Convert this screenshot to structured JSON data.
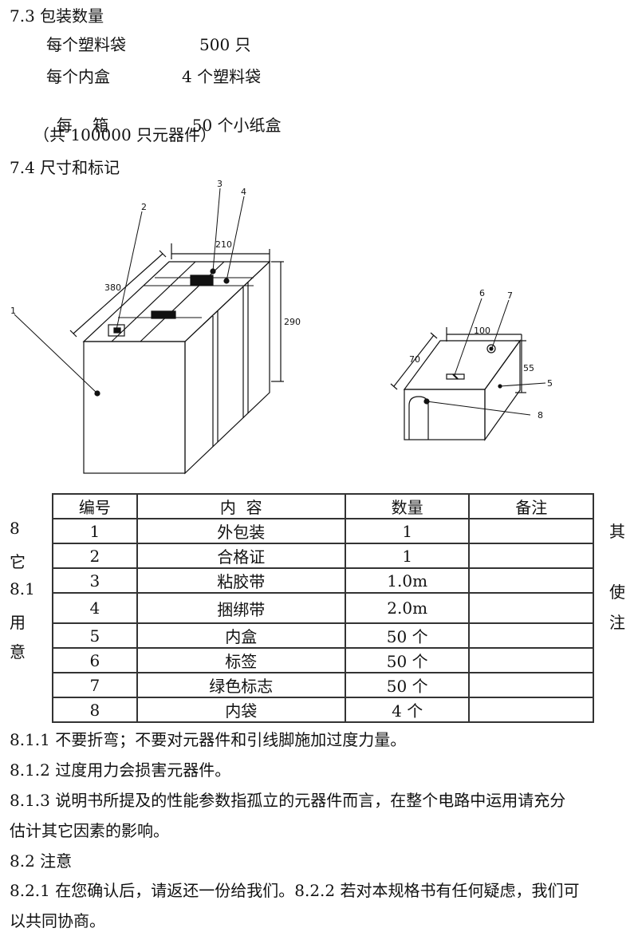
{
  "section_7_3": {
    "heading": "7.3  包装数量",
    "rows": [
      {
        "label": "每个塑料袋",
        "value": "500  只"
      },
      {
        "label": "每个内盒",
        "value": "4 个塑料袋"
      },
      {
        "label": "每    箱",
        "value": "50 个小纸盒"
      }
    ],
    "total": "（共 100000 只元器件）"
  },
  "section_7_4": {
    "heading": "7.4  尺寸和标记"
  },
  "diagram": {
    "big_box": {
      "dim_length": "380",
      "dim_width": "210",
      "dim_height": "290"
    },
    "small_box": {
      "dim_length": "70",
      "dim_width": "100",
      "dim_height": "55"
    },
    "callouts": [
      "1",
      "2",
      "3",
      "4",
      "5",
      "6",
      "7",
      "8"
    ]
  },
  "parts_table": {
    "headers": [
      "编号",
      "内  容",
      "数量",
      "备注"
    ],
    "rows": [
      {
        "no": "1",
        "content": "外包装",
        "qty": "1",
        "note": ""
      },
      {
        "no": "2",
        "content": "合格证",
        "qty": "1",
        "note": ""
      },
      {
        "no": "3",
        "content": "粘胶带",
        "qty": "1.0m",
        "note": ""
      },
      {
        "no": "4",
        "content": "捆绑带",
        "qty": "2.0m",
        "note": ""
      },
      {
        "no": "5",
        "content": "内盒",
        "qty": "50 个",
        "note": ""
      },
      {
        "no": "6",
        "content": "标签",
        "qty": "50 个",
        "note": ""
      },
      {
        "no": "7",
        "content": "绿色标志",
        "qty": "50 个",
        "note": ""
      },
      {
        "no": "8",
        "content": "内袋",
        "qty": "4 个",
        "note": ""
      }
    ]
  },
  "side_fragments": {
    "left": [
      "8",
      "它",
      "8.1",
      "用",
      "意"
    ],
    "right": [
      "其",
      "使",
      "注"
    ]
  },
  "paragraphs": {
    "p811": "8.1.1  不要折弯；不要对元器件和引线脚施加过度力量。",
    "p812": "8.1.2  过度用力会损害元器件。",
    "p813_a": "8.1.3  说明书所提及的性能参数指孤立的元器件而言，在整个电路中运用请充分",
    "p813_b": "估计其它因素的影响。",
    "h82": "8.2  注意",
    "p821_a": "8.2.1  在您确认后，请返还一份给我们。8.2.2  若对本规格书有任何疑虑，我们可",
    "p821_b": "以共同协商。"
  }
}
